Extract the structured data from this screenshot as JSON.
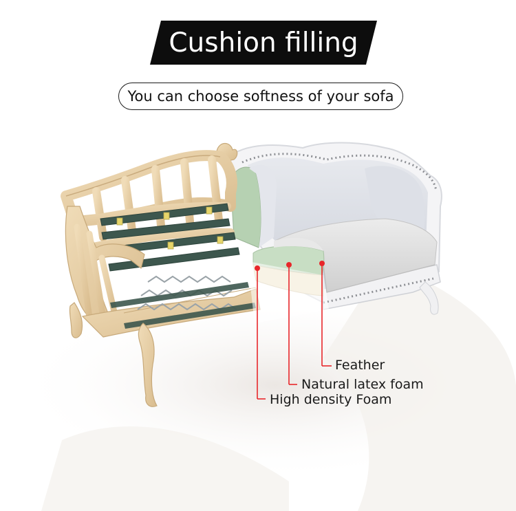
{
  "header": {
    "title": "Cushion filling",
    "subtitle": "You can choose softness of your sofa"
  },
  "layers": [
    {
      "label": "Feather"
    },
    {
      "label": "Natural latex foam"
    },
    {
      "label": "High density Foam"
    }
  ],
  "colors": {
    "banner": "#0d0d0d",
    "callout_dot": "#e8262a",
    "wood": "#e6cda3",
    "spring_band": "#3f5a50",
    "upholstery": "#d9dce3",
    "latex_foam": "#c9dfc6",
    "cushion": "#e2e2e2"
  },
  "icons": {
    "sofa": "sofa-cutaway-illustration"
  }
}
